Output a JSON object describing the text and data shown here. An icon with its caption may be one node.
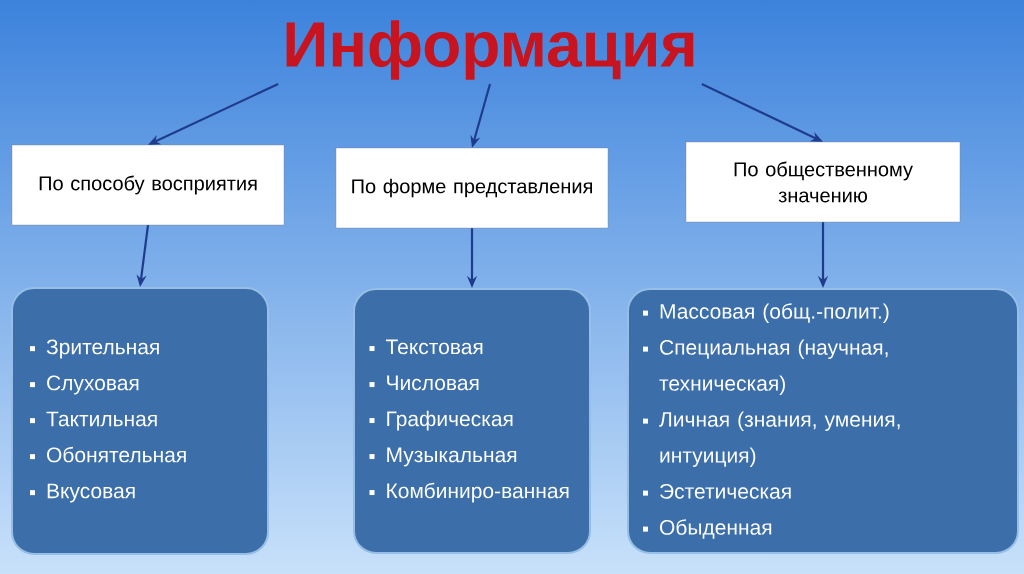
{
  "diagram": {
    "nodes": [
      {
        "text": [
          "Информация"
        ]
      },
      {
        "text": [
          "По способу восприятия"
        ]
      },
      {
        "text": [
          "По форме представления"
        ]
      },
      {
        "text": [
          "По общественному значению"
        ]
      },
      {
        "text": [
          "Зрительная",
          "Слуховая",
          "Тактильная",
          "Обонятельная",
          "Вкусовая"
        ]
      },
      {
        "text": [
          "Текстовая",
          "Числовая",
          "Графическая",
          "Музыкальная",
          "Комбиниро-ванная"
        ]
      },
      {
        "text": [
          "Массовая (общ.-полит.)",
          "Специальная (научная, техническая)",
          "Личная (знания, умения, интуиция)",
          "Эстетическая",
          "Обыденная"
        ]
      }
    ],
    "edges": [
      {
        "from": 0,
        "to": 1,
        "arrow": "to"
      },
      {
        "from": 0,
        "to": 2,
        "arrow": "to"
      },
      {
        "from": 0,
        "to": 3,
        "arrow": "to"
      },
      {
        "from": 1,
        "to": 4,
        "arrow": "to"
      },
      {
        "from": 2,
        "to": 5,
        "arrow": "to"
      },
      {
        "from": 3,
        "to": 6,
        "arrow": "to"
      }
    ]
  }
}
